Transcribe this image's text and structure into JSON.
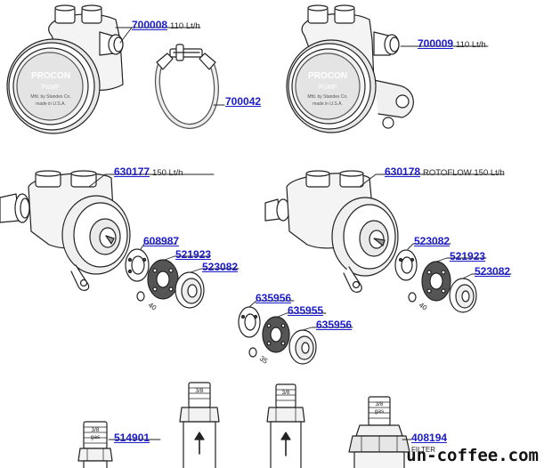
{
  "parts": {
    "p700008": {
      "number": "700008",
      "desc": "110 Lt/h"
    },
    "p700042": {
      "number": "700042"
    },
    "p700009": {
      "number": "700009",
      "desc": "110 Lt/h"
    },
    "p630177": {
      "number": "630177",
      "desc": "150 Lt/h"
    },
    "p630178": {
      "number": "630178",
      "desc": "ROTOFLOW 150 Lt/h"
    },
    "p608987": {
      "number": "608987"
    },
    "p521923a": {
      "number": "521923"
    },
    "p523082a": {
      "number": "523082"
    },
    "p635956a": {
      "number": "635956"
    },
    "p635955": {
      "number": "635955"
    },
    "p635956b": {
      "number": "635956"
    },
    "p523082b": {
      "number": "523082"
    },
    "p521923b": {
      "number": "521923"
    },
    "p523082c": {
      "number": "523082"
    },
    "p514901": {
      "number": "514901"
    },
    "p408194": {
      "number": "408194",
      "desc": "FILTER"
    }
  },
  "pump_face": {
    "brand": "PROCON",
    "type": "PUMP",
    "line1": "Mfd. by Standex Co.",
    "line2": "made in U.S.A."
  },
  "ring_sizes": {
    "left": "40",
    "middle": "35",
    "right": "40"
  },
  "fitting_marks": {
    "size": "3/8",
    "thread": "gas"
  },
  "watermark": "un-coffee.com"
}
